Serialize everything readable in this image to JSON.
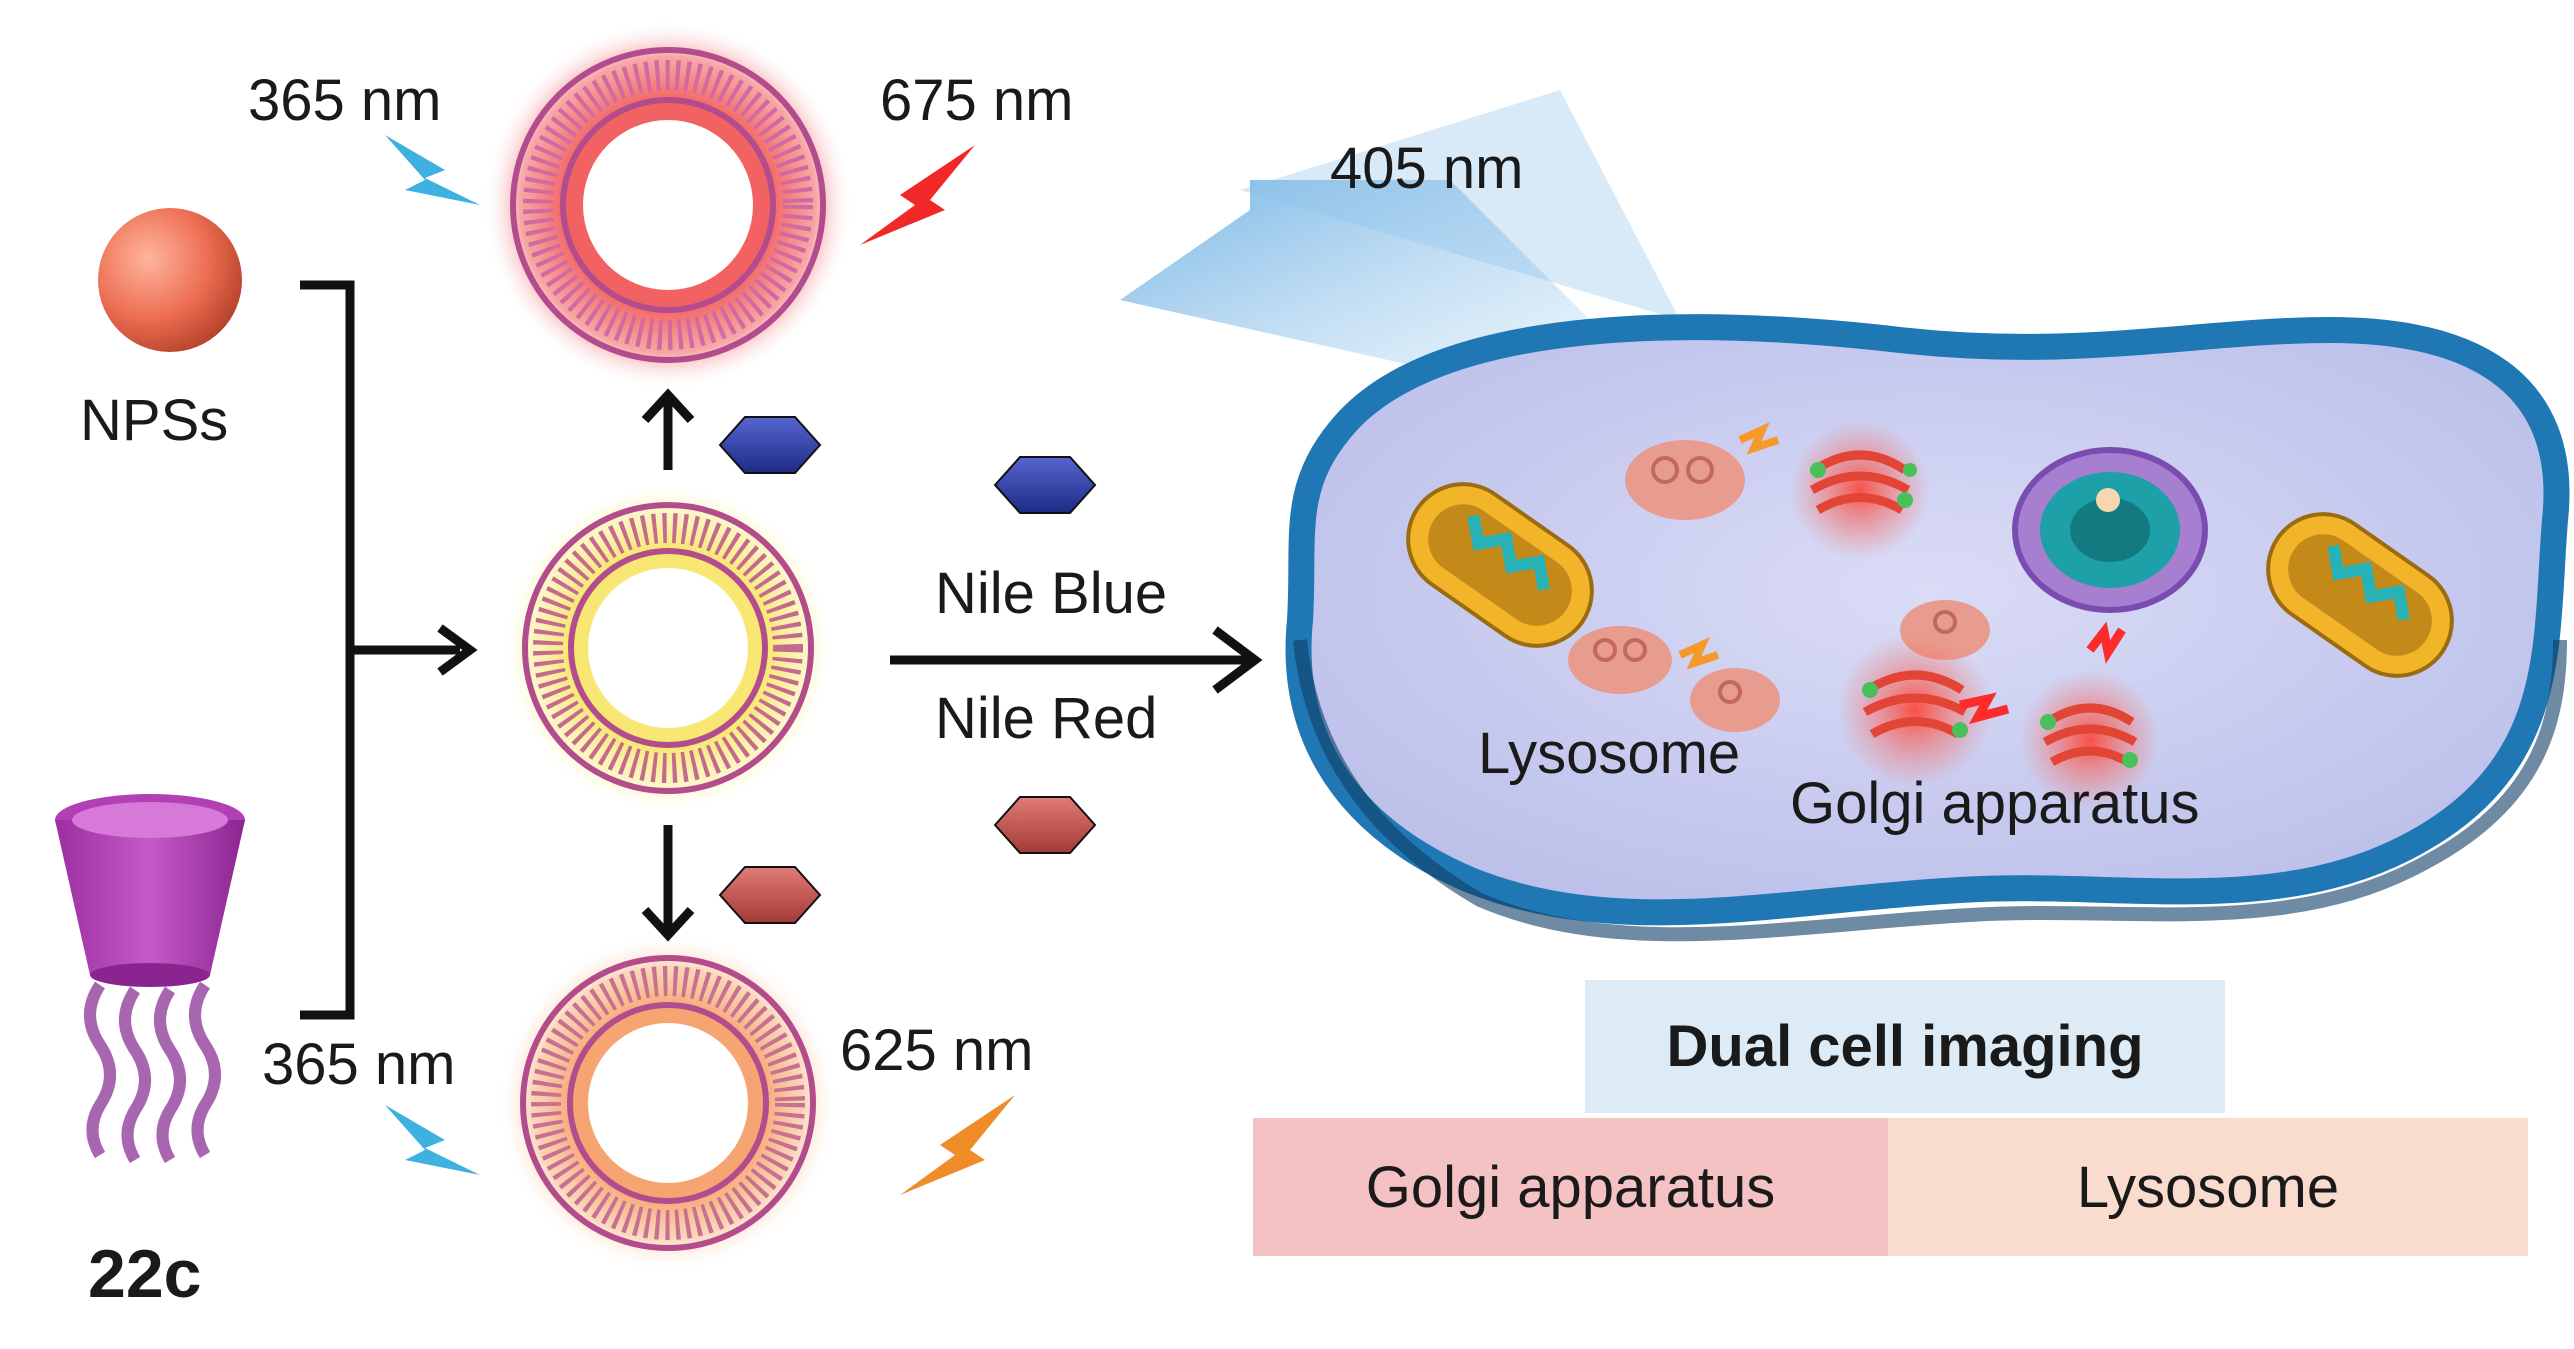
{
  "labels": {
    "top_excitation": "365 nm",
    "top_emission": "675 nm",
    "bottom_excitation": "365 nm",
    "bottom_emission": "625 nm",
    "laser": "405 nm",
    "nanoparticles": "NPSs",
    "macrocycle": "22c",
    "dye_1": "Nile Blue",
    "dye_2": "Nile Red",
    "organelle_lysosome": "Lysosome",
    "organelle_golgi": "Golgi apparatus"
  },
  "legend": {
    "title": "Dual cell imaging",
    "left": "Golgi apparatus",
    "right": "Lysosome"
  },
  "colors": {
    "nile_blue": "#2b3a9e",
    "nile_red": "#c0504d",
    "top_glow": "#f25a5a",
    "bottom_glow": "#f59a62",
    "middle_glow": "#f7e66a",
    "cell_border": "#1b6fa8",
    "cell_fill": "#c9cdf0",
    "legend_title_bg": "#dcebf5",
    "legend_left_bg": "#f4c2c2",
    "legend_right_bg": "#f9dccd"
  }
}
